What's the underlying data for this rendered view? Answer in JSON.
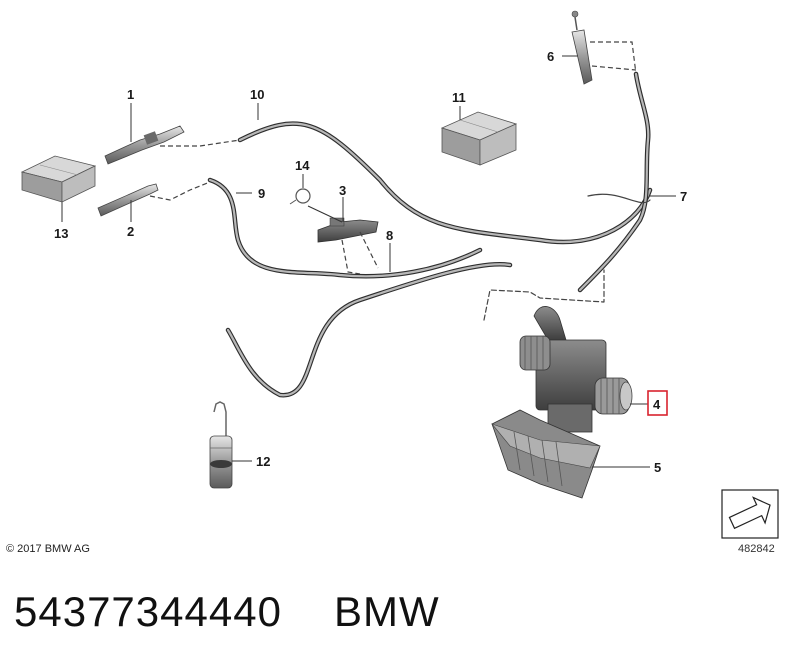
{
  "diagram": {
    "callouts": {
      "c1": "1",
      "c2": "2",
      "c3": "3",
      "c4": "4",
      "c5": "5",
      "c6": "6",
      "c7": "7",
      "c8": "8",
      "c9": "9",
      "c10": "10",
      "c11": "11",
      "c12": "12",
      "c13": "13",
      "c14": "14"
    },
    "highlighted_callout": "4",
    "highlight_color": "#d9232e"
  },
  "footer": {
    "copyright": "© 2017 BMW AG",
    "reference_number": "482842"
  },
  "caption": {
    "part_number": "54377344440",
    "brand": "BMW"
  }
}
